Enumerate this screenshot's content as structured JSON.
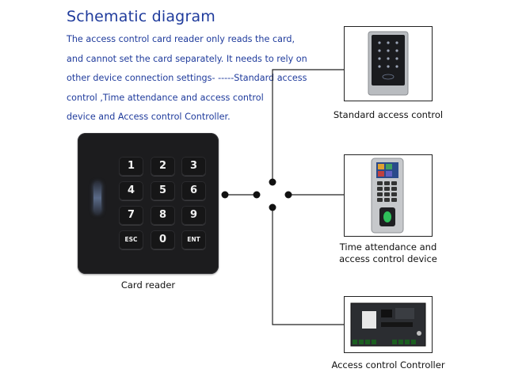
{
  "header": {
    "title": "Schematic diagram",
    "description_lines": [
      "The access control card reader only reads the card,",
      "and cannot set the card separately. It needs to rely on",
      "other device connection settings- -----Standard access",
      "control ,Time attendance and access control",
      "device and Access control Controller."
    ]
  },
  "card_reader": {
    "label": "Card reader",
    "keys": [
      "1",
      "2",
      "3",
      "4",
      "5",
      "6",
      "7",
      "8",
      "9",
      "ESC",
      "0",
      "ENT"
    ]
  },
  "devices": {
    "standard": {
      "label": "Standard access control"
    },
    "time_attendance": {
      "label_lines": [
        "Time attendance and",
        "access control device"
      ]
    },
    "controller": {
      "label": "Access control Controller"
    }
  },
  "colors": {
    "title_text": "#1f3b9c",
    "body_text": "#111111",
    "wire": "#222222",
    "reader_body": "#1c1c1e"
  }
}
